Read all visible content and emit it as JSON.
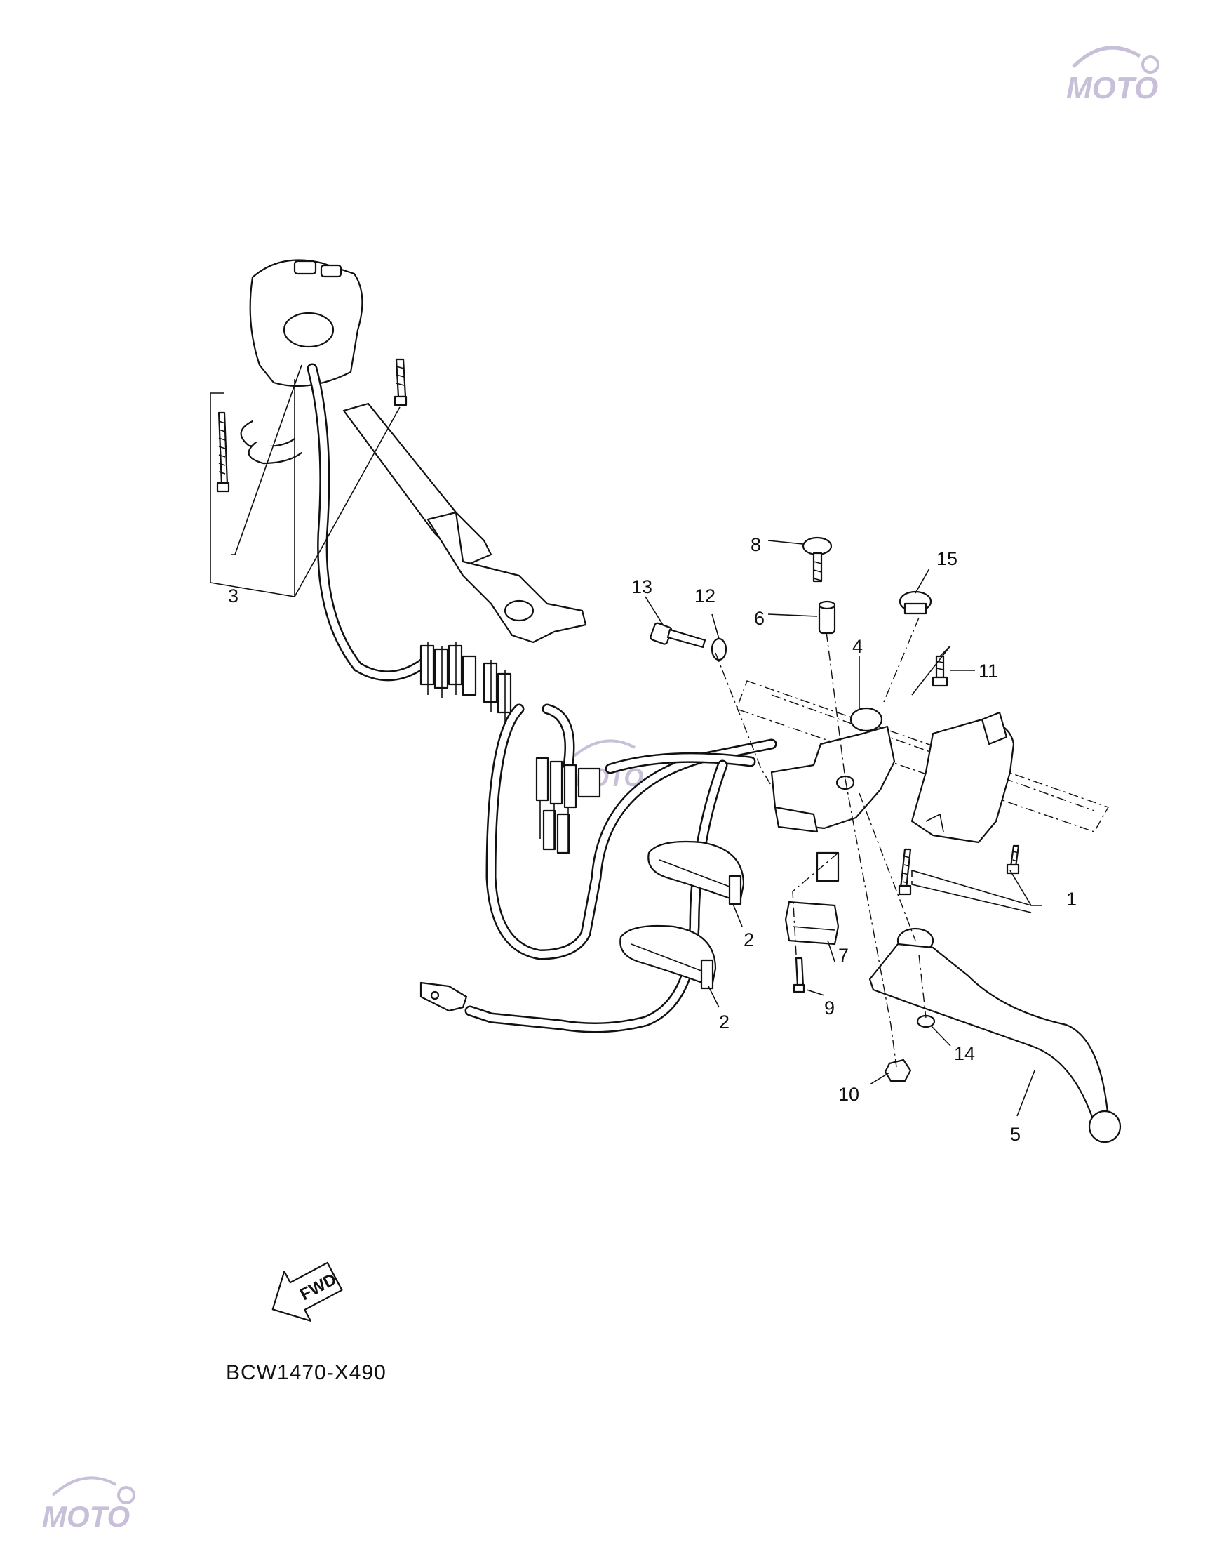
{
  "diagram": {
    "code": "BCW1470-X490",
    "direction_label": "FWD",
    "callouts": [
      "1",
      "2",
      "2",
      "3",
      "4",
      "5",
      "6",
      "7",
      "8",
      "9",
      "10",
      "11",
      "12",
      "13",
      "14",
      "15"
    ]
  },
  "watermark": {
    "brand": "MOTO",
    "color": "#c8bfd8"
  }
}
